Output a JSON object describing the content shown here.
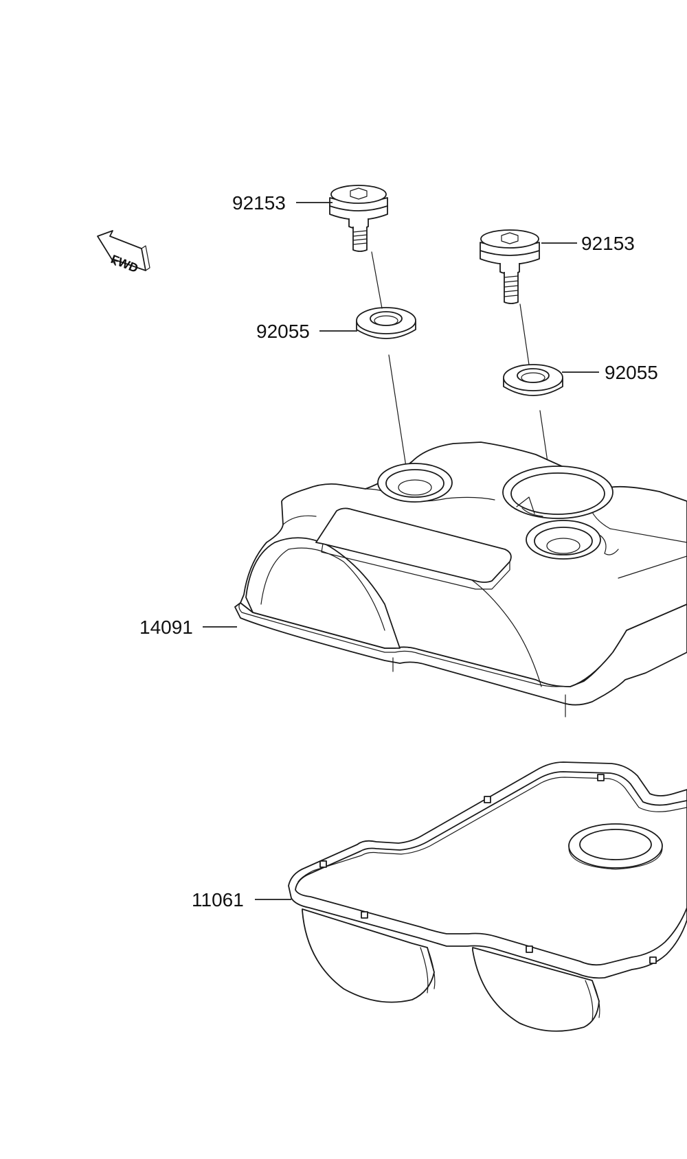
{
  "fwd_label": "FWD",
  "callouts": {
    "bolt_left": "92153",
    "bolt_right": "92153",
    "washer_left": "92055",
    "washer_right": "92055",
    "cover": "14091",
    "gasket": "11061"
  }
}
